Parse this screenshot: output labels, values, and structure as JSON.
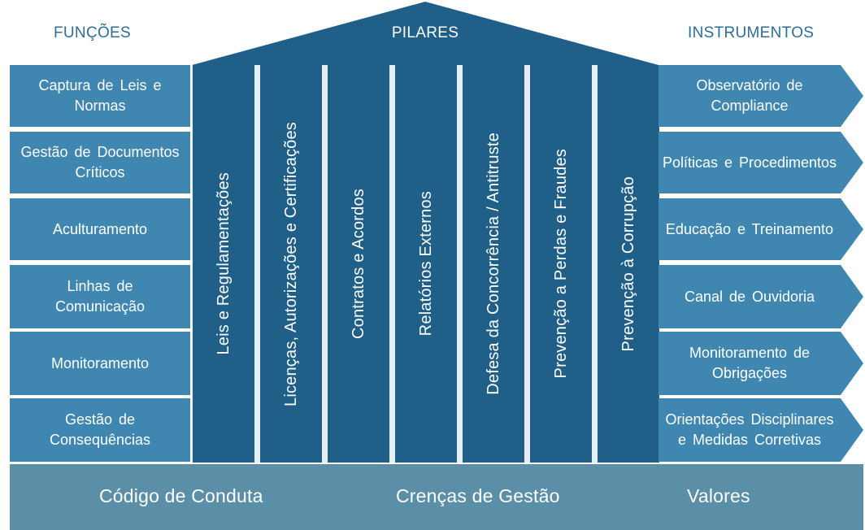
{
  "headers": {
    "funcoes": "FUNÇÕES",
    "pilares": "PILARES",
    "instrumentos": "INSTRUMENTOS"
  },
  "funcoes": [
    "Captura de Leis e Normas",
    "Gestão de Documentos Críticos",
    "Aculturamento",
    "Linhas de Comunicação",
    "Monitoramento",
    "Gestão de Consequências"
  ],
  "pilares": [
    "Leis e Regulamentações",
    "Licenças, Autorizações e Certificações",
    "Contratos e Acordos",
    "Relatórios Externos",
    "Defesa da Concorrência / Antitruste",
    "Prevenção a Perdas e Fraudes",
    "Prevenção à Corrupção"
  ],
  "instrumentos": [
    "Observatório de Compliance",
    "Políticas e Procedimentos",
    "Educação e Treinamento",
    "Canal de Ouvidoria",
    "Monitoramento de Obrigações",
    "Orientações Disciplinares e Medidas Corretivas"
  ],
  "base": {
    "codigo": "Código de Conduta",
    "crencas": "Crenças de Gestão",
    "valores": "Valores"
  },
  "colors": {
    "roof": "#1f5f88",
    "pillar": "#1f5f88",
    "funcao": "#3f87b0",
    "instrumento": "#3f87b0",
    "base": "#5b8fa8",
    "header_text": "#2c6e96"
  }
}
